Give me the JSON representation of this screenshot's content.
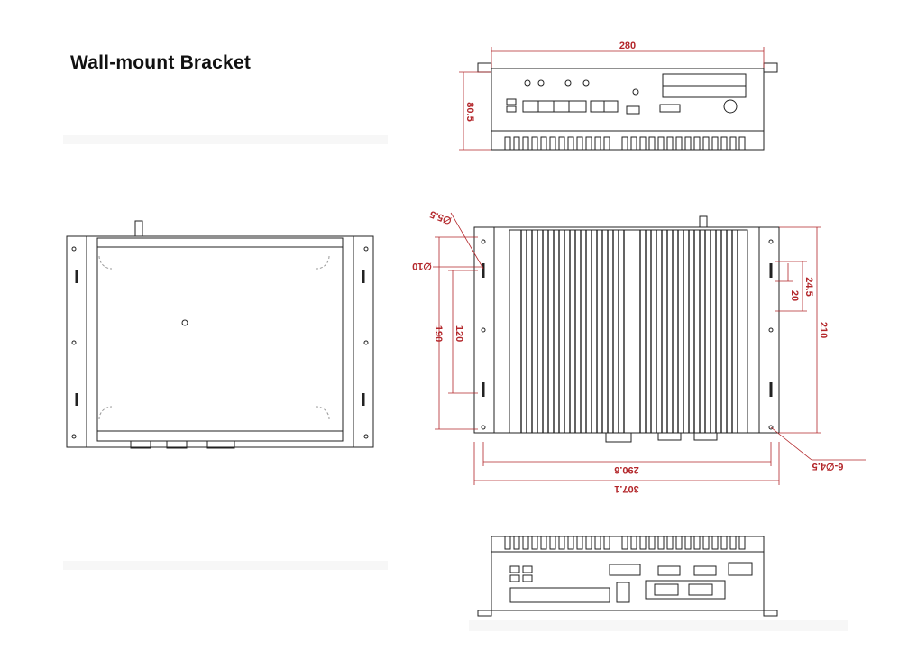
{
  "page": {
    "title": "Wall-mount Bracket"
  },
  "dimensions": {
    "front_width": "280",
    "front_height": "80.5",
    "hole_large": "∅10",
    "hole_slot": "∅5.5",
    "height_190": "190",
    "height_120": "120",
    "height_210": "210",
    "slot_24_5": "24.5",
    "slot_20": "20",
    "hole_pattern": "6-∅4.5",
    "width_290_6": "290.6",
    "width_307_1": "307.1"
  },
  "colors": {
    "dimension": "#b3262a",
    "line": "#222222"
  }
}
